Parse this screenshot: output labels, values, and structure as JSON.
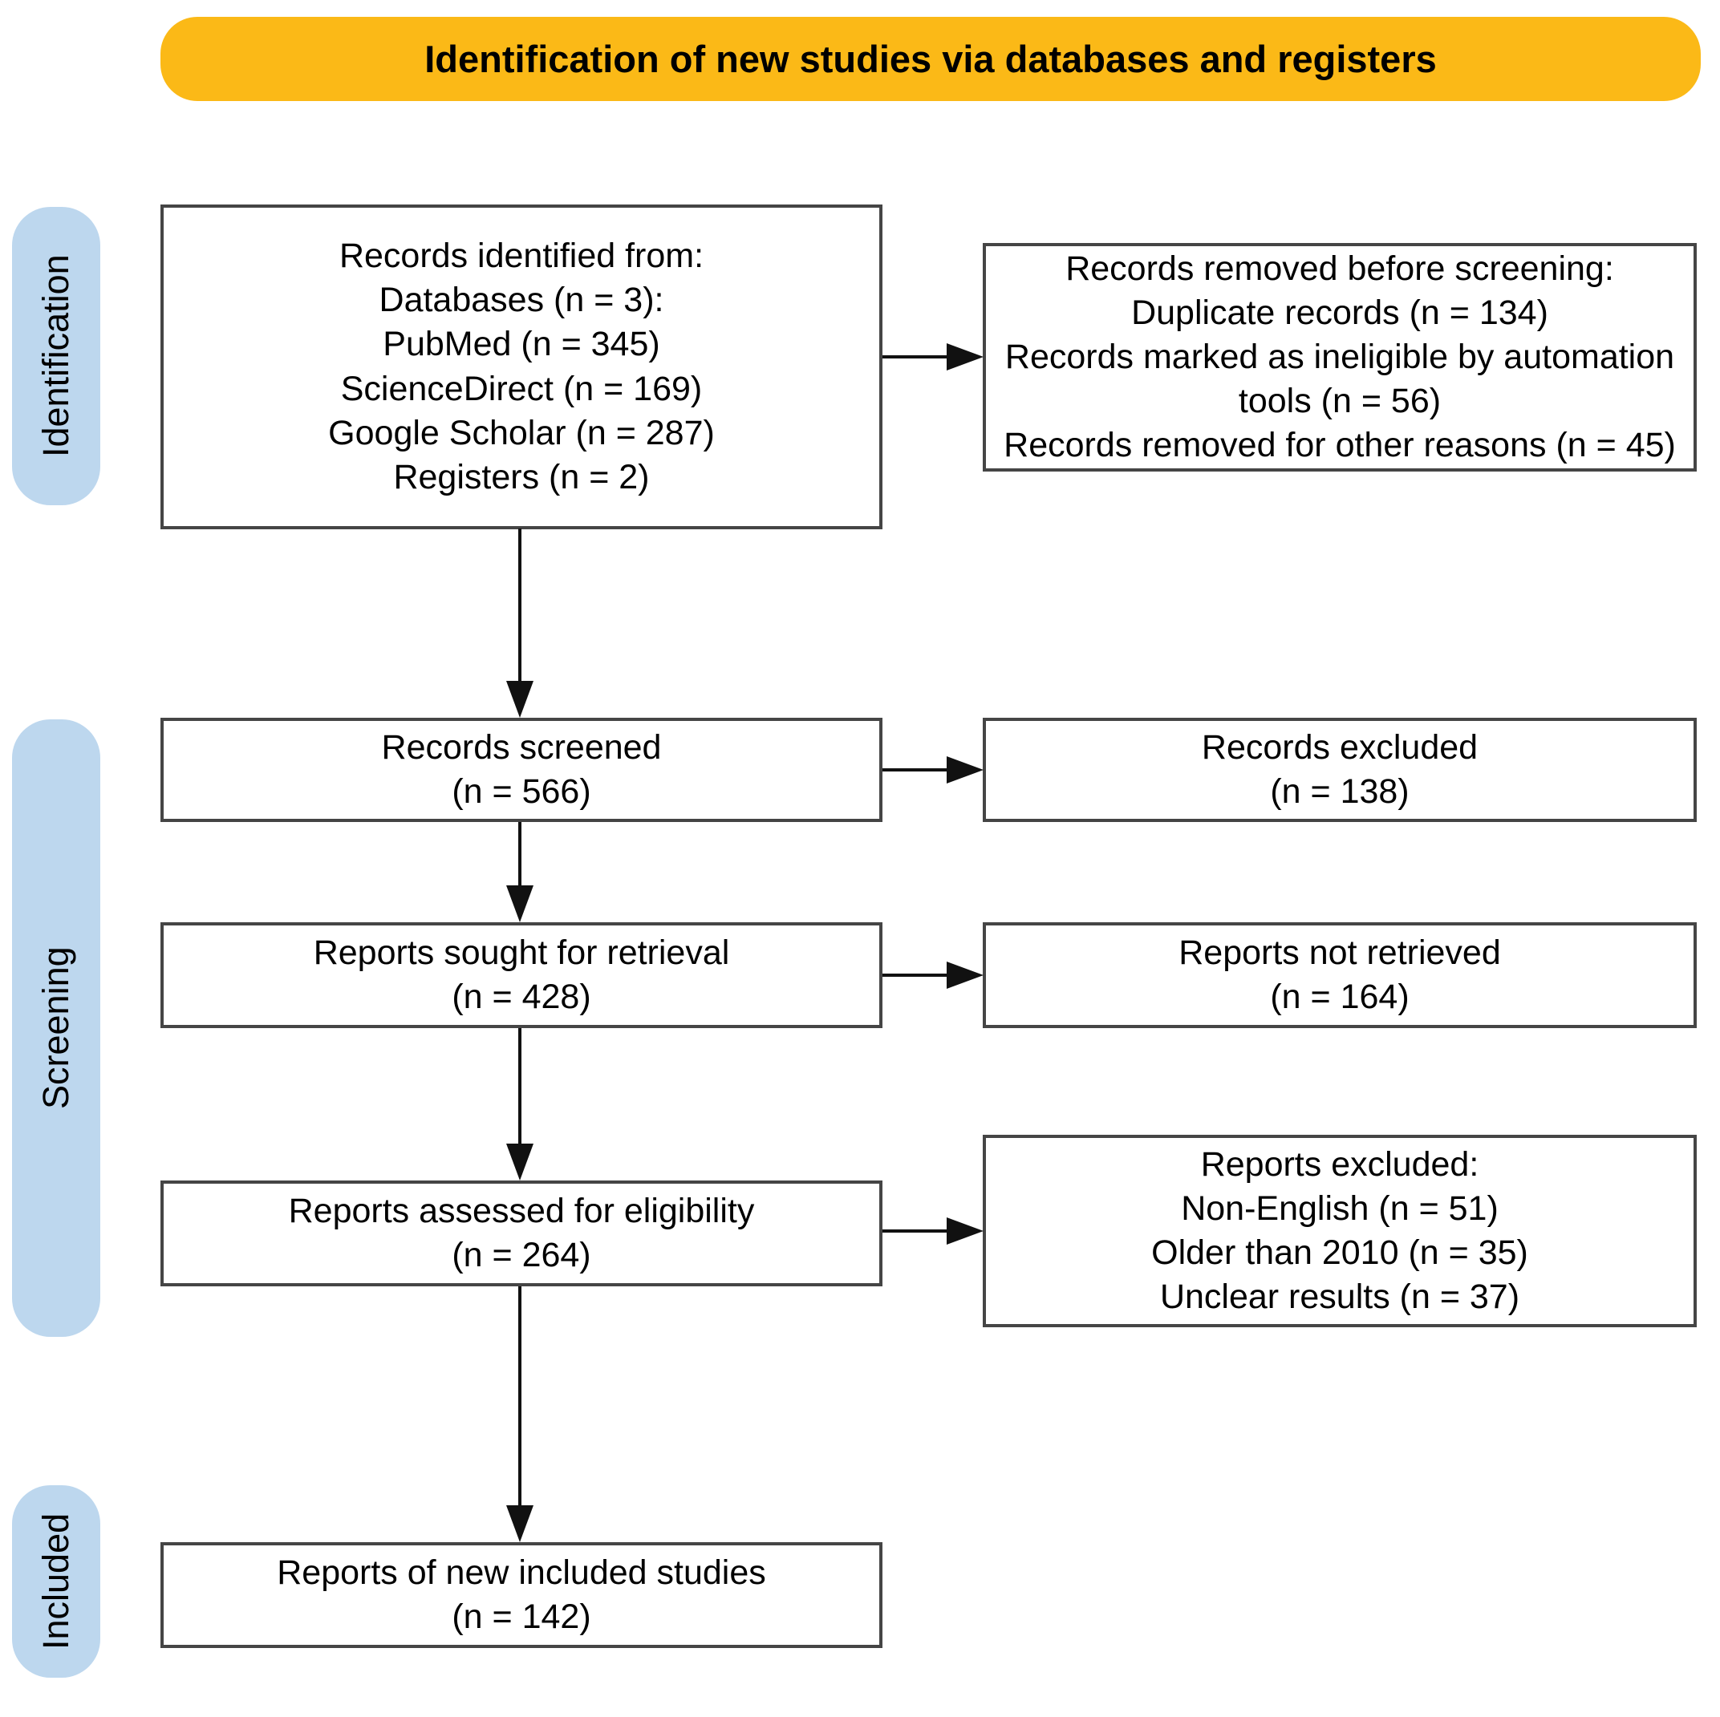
{
  "colors": {
    "banner_bg": "#FBB917",
    "stage_label_bg": "#BDD7EE",
    "box_border": "#454545",
    "arrow": "#111111"
  },
  "banner": {
    "title": "Identification of new studies via databases and registers"
  },
  "stages": {
    "identification": "Identification",
    "screening": "Screening",
    "included": "Included"
  },
  "boxes": {
    "records_identified": {
      "lines": [
        "Records identified from:",
        "Databases (n = 3):",
        "PubMed (n = 345)",
        "ScienceDirect (n = 169)",
        "Google Scholar (n = 287)",
        "Registers (n = 2)"
      ]
    },
    "records_removed": {
      "lines": [
        "Records removed before screening:",
        "Duplicate records (n = 134)",
        "Records marked as ineligible by automation",
        "tools (n = 56)",
        "Records removed for other reasons (n = 45)"
      ]
    },
    "records_screened": {
      "lines": [
        "Records screened",
        "(n = 566)"
      ]
    },
    "records_excluded": {
      "lines": [
        "Records excluded",
        "(n = 138)"
      ]
    },
    "reports_sought": {
      "lines": [
        "Reports sought for retrieval",
        "(n = 428)"
      ]
    },
    "reports_not_retrieved": {
      "lines": [
        "Reports not retrieved",
        "(n = 164)"
      ]
    },
    "reports_assessed": {
      "lines": [
        "Reports assessed for eligibility",
        "(n = 264)"
      ]
    },
    "reports_excluded": {
      "lines": [
        "Reports excluded:",
        "Non-English (n = 51)",
        "Older than 2010 (n = 35)",
        "Unclear results (n = 37)"
      ]
    },
    "new_included_studies": {
      "lines": [
        "Reports of new included studies",
        "(n = 142)"
      ]
    }
  }
}
